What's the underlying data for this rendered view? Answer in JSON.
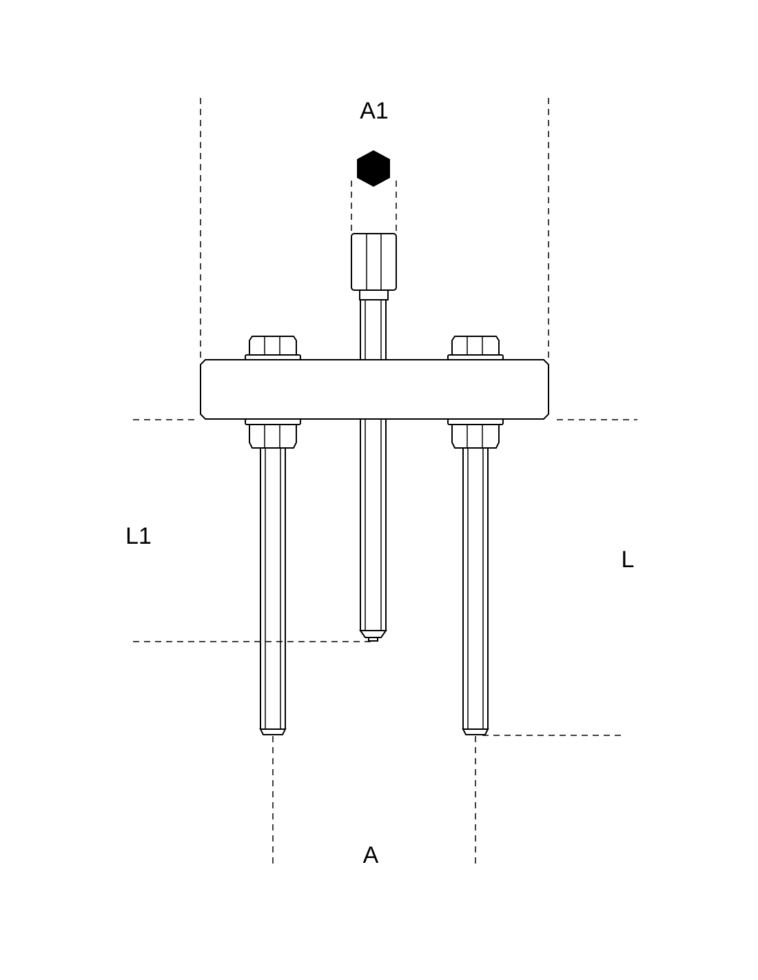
{
  "labels": {
    "A1": "A1",
    "L1": "L1",
    "L": "L",
    "A": "A"
  },
  "icons": {
    "hex_key": "hexagon-icon"
  },
  "colors": {
    "line": "#000000",
    "background": "#ffffff"
  }
}
